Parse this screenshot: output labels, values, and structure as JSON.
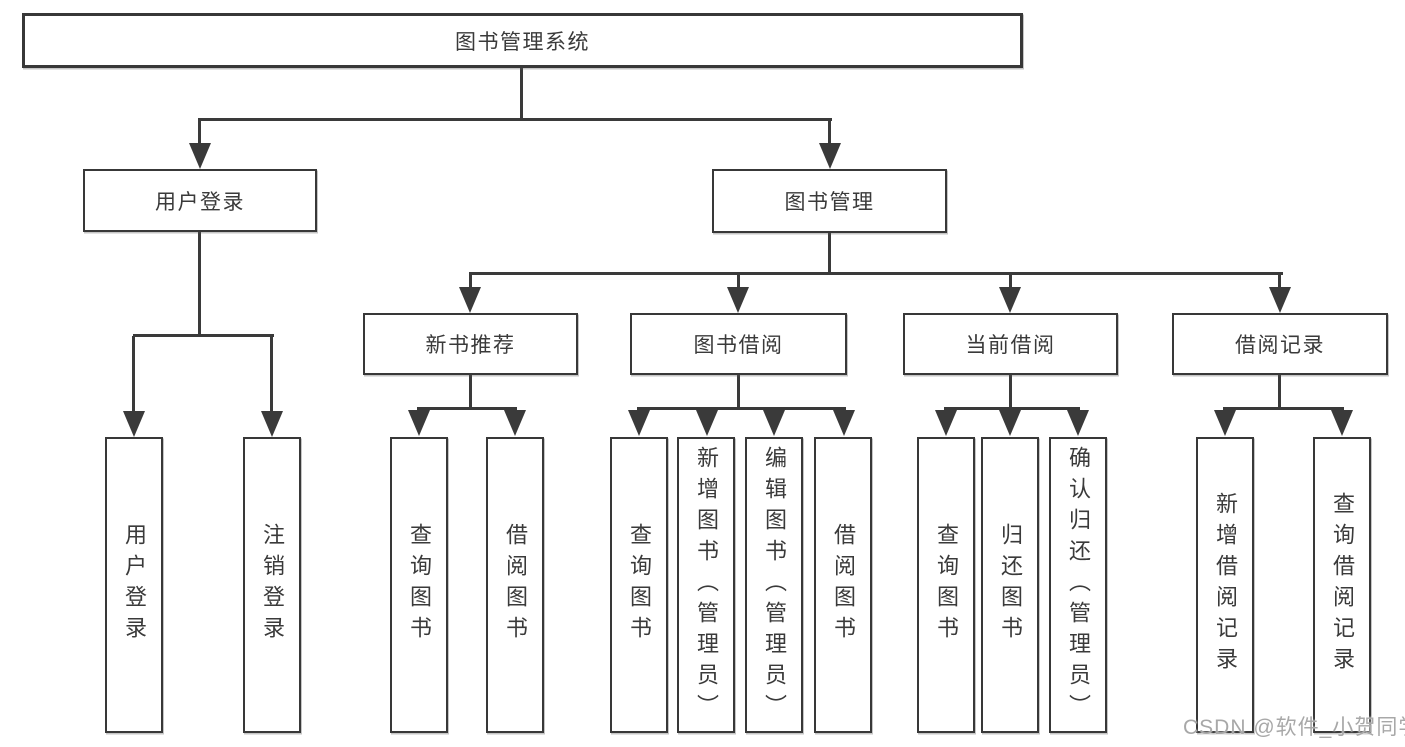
{
  "nodes": {
    "root": {
      "label": "图书管理系统"
    },
    "user_login": {
      "label": "用户登录"
    },
    "book_mgmt": {
      "label": "图书管理"
    },
    "new_books": {
      "label": "新书推荐"
    },
    "borrowing": {
      "label": "图书借阅"
    },
    "current": {
      "label": "当前借阅"
    },
    "records": {
      "label": "借阅记录"
    },
    "leaf": {
      "user_login_1": "用户登录",
      "user_login_2": "注销登录",
      "new_books_1": "查询图书",
      "new_books_2": "借阅图书",
      "borrowing_1": "查询图书",
      "borrowing_2": "新增图书（管理员）",
      "borrowing_3": "编辑图书（管理员）",
      "borrowing_4": "借阅图书",
      "current_1": "查询图书",
      "current_2": "归还图书",
      "current_3": "确认归还（管理员）",
      "records_1": "新增借阅记录",
      "records_2": "查询借阅记录"
    }
  },
  "watermark": {
    "text": "CSDN @软件_小贺同学"
  },
  "colors": {
    "line": "#3a3a3a",
    "text": "#3a3a3a",
    "background": "#ffffff",
    "watermark": "#a8a8a8"
  }
}
